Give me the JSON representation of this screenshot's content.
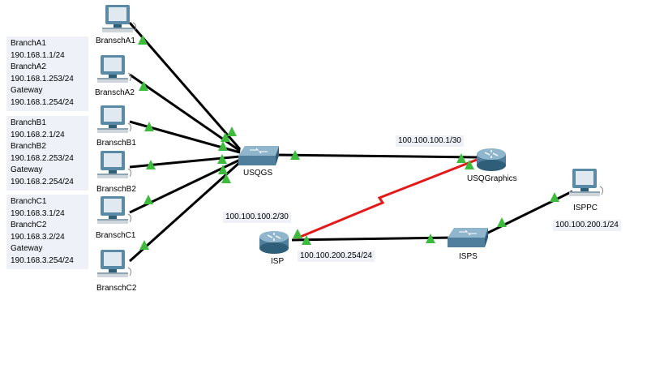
{
  "notes": [
    [
      "BranchA1",
      "190.168.1.1/24",
      "BranchA2",
      "190.168.1.253/24",
      "Gateway",
      "190.168.1.254/24"
    ],
    [
      "BranchB1",
      "190.168.2.1/24",
      "BranchB2",
      "190.168.2.253/24",
      "Gateway",
      "190.168.2.254/24"
    ],
    [
      "BranchC1",
      "190.168.3.1/24",
      "BranchC2",
      "190.168.3.2/24",
      "Gateway",
      "190.168.3.254/24"
    ]
  ],
  "devices": {
    "pc_a1": "BranschA1",
    "pc_a2": "BranschA2",
    "pc_b1": "BranschB1",
    "pc_b2": "BranschB2",
    "pc_c1": "BranschC1",
    "pc_c2": "BranschC2",
    "switch_usq": "USQGS",
    "router_usq": "USQGraphics",
    "router_isp": "ISP",
    "switch_isp": "ISPS",
    "pc_isp": "ISPPC"
  },
  "ip_labels": {
    "usq_router_ip": "100.100.100.1/30",
    "isp_serial_ip": "100.100.100.2/30",
    "isp_lan_ip": "100.100.200.254/24",
    "isppc_ip": "100.100.200.1/24"
  },
  "colors": {
    "ethernet_link": "#000000",
    "serial_link": "#e41a1a",
    "link_up": "#3dbb3d",
    "device_body": "#5a8aa6",
    "device_dark": "#2f5e78",
    "note_bg": "#eef2f8"
  },
  "icons": {
    "pc": "pc-icon",
    "router": "router-icon",
    "switch": "switch-icon",
    "link_up": "triangle-up-icon"
  }
}
